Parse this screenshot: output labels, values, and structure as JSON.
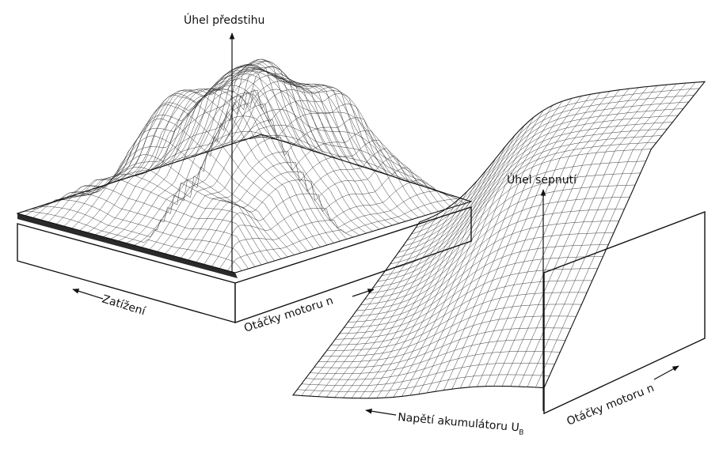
{
  "left_map": {
    "axis_vertical": "Úhel předstihu",
    "axis_left": "Zatížení",
    "axis_right": "Otáčky motoru n"
  },
  "right_map": {
    "axis_vertical": "Úhel sepnutí",
    "axis_left_main": "Napětí akumulátoru U",
    "axis_left_subscript": "B",
    "axis_right": "Otáčky motoru n"
  },
  "colors": {
    "ink": "#111111",
    "paper": "#ffffff",
    "dark_fill": "#2a2a2a"
  }
}
